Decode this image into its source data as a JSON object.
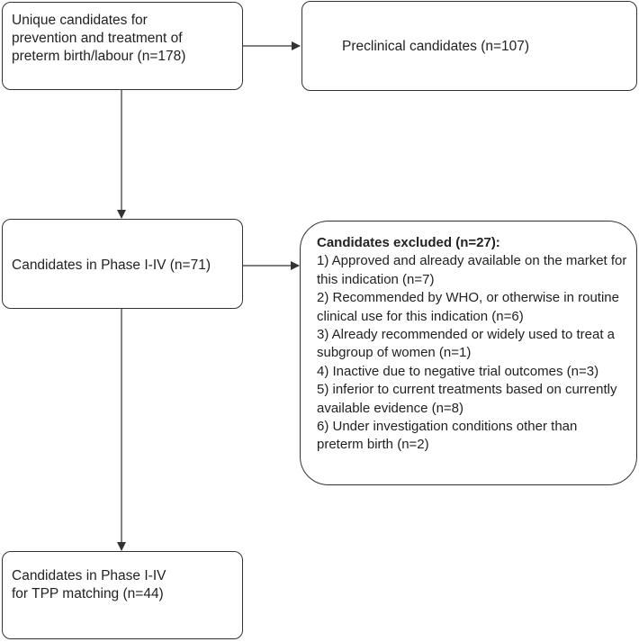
{
  "boxes": {
    "unique": {
      "text": "Unique candidates for\nprevention and treatment of\npreterm birth/labour (n=178)"
    },
    "preclinical": {
      "text": "Preclinical candidates (n=107)"
    },
    "phase": {
      "text": "Candidates in Phase I-IV (n=71)"
    },
    "excluded": {
      "title": "Candidates excluded (n=27):",
      "items": [
        "1) Approved and already available on the market for this indication (n=7)",
        "2) Recommended by WHO, or otherwise in routine clinical use for this indication (n=6)",
        "3) Already recommended or widely used to treat a subgroup of women (n=1)",
        "4) Inactive due to negative trial outcomes (n=3)",
        "5) inferior to current treatments based on currently available evidence (n=8)",
        "6) Under investigation conditions other than preterm birth (n=2)"
      ]
    },
    "tpp": {
      "text": "Candidates in Phase I-IV\nfor TPP matching (n=44)"
    }
  }
}
